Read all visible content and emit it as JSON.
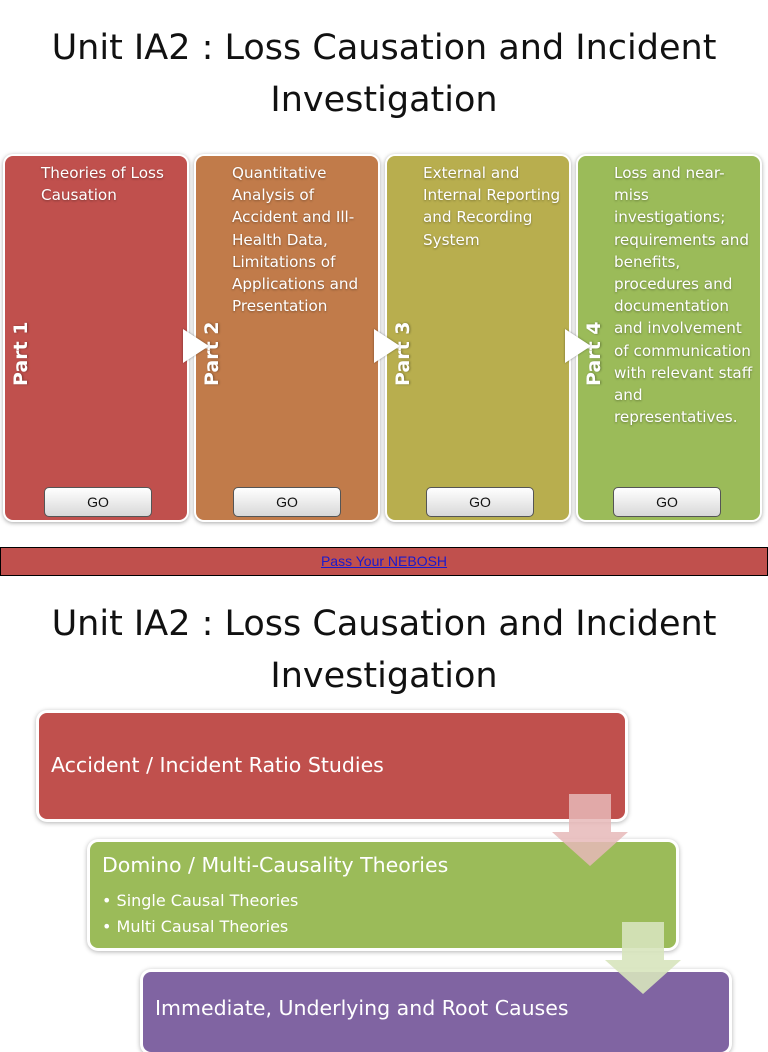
{
  "slide1": {
    "title": "Unit IA2 : Loss Causation and Incident Investigation",
    "parts": [
      {
        "label": "Part 1",
        "text": "Theories of Loss Causation",
        "button": "GO",
        "color": "#c0504d"
      },
      {
        "label": "Part 2",
        "text": "Quantitative Analysis of Accident and Ill-Health Data, Limitations of Applications and Presentation",
        "button": "GO",
        "color": "#c17b4a"
      },
      {
        "label": "Part 3",
        "text": "External and Internal Reporting and Recording System",
        "button": "GO",
        "color": "#b8ae4e"
      },
      {
        "label": "Part 4",
        "text": "Loss and near-miss investigations; requirements and benefits, procedures and documentation and involvement of communication with relevant staff and representatives.",
        "button": "GO",
        "color": "#9bbb59"
      }
    ]
  },
  "link_bar": {
    "text": "Pass Your NEBOSH",
    "color": "#c0504d"
  },
  "slide2": {
    "title": "Unit IA2 : Loss Causation and Incident Investigation",
    "steps": [
      {
        "title": "Accident / Incident Ratio Studies",
        "bullets": [],
        "color": "#c0504d"
      },
      {
        "title": "Domino / Multi-Causality Theories",
        "bullets": [
          "Single Causal Theories",
          "Multi Causal Theories"
        ],
        "color": "#9bbb59"
      },
      {
        "title": "Immediate, Underlying and Root Causes",
        "bullets": [],
        "color": "#8064a2"
      }
    ]
  }
}
